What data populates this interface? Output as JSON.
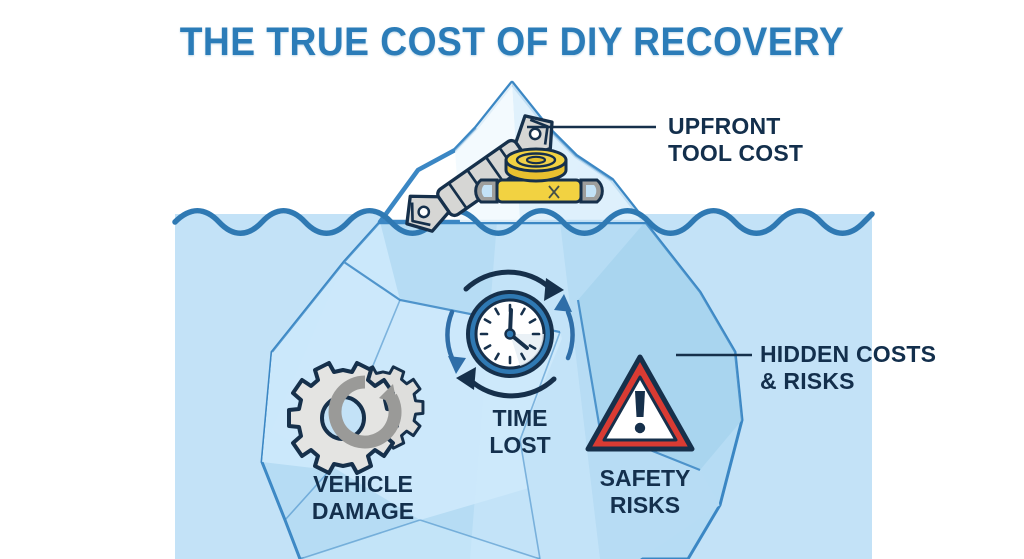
{
  "page": {
    "title": "THE TRUE COST OF DIY RECOVERY",
    "background_color": "#ffffff",
    "title_color": "#2b7cb8",
    "label_color": "#14304d"
  },
  "iceberg": {
    "above_water_fill": "#ffffff",
    "above_water_outline": "#3b87c4",
    "below_water_fill": "#b9ddf5",
    "water_fill": "#c3e2f7",
    "water_line_color": "#2f79b3",
    "facet_light": "#cfe9fa",
    "facet_mid": "#a8d4ef",
    "facet_dark": "#9ccbea"
  },
  "callouts": [
    {
      "id": "upfront",
      "line1": "UPFRONT",
      "line2": "TOOL COST",
      "leader_color": "#16304b",
      "side": "right-top"
    },
    {
      "id": "hidden",
      "line1": "HIDDEN COSTS",
      "line2": "& RISKS",
      "leader_color": "#16304b",
      "side": "right-bottom"
    }
  ],
  "nodes": [
    {
      "id": "vehicle-damage",
      "icon": "gears-icon",
      "line1": "VEHICLE",
      "line2": "DAMAGE",
      "icon_fill": "#e2e2e0",
      "icon_accent": "#9a9a98",
      "icon_stroke": "#16304b"
    },
    {
      "id": "time-lost",
      "icon": "clock-icon",
      "line1": "TIME",
      "line2": "LOST",
      "icon_fill": "#ffffff",
      "icon_accent": "#2f79b3",
      "icon_stroke": "#16304b"
    },
    {
      "id": "safety-risks",
      "icon": "warning-triangle-icon",
      "line1": "SAFETY",
      "line2": "RISKS",
      "icon_fill": "#ffffff",
      "icon_accent": "#d93b33",
      "icon_stroke": "#16304b"
    }
  ],
  "tip_icons": [
    {
      "id": "recovery-tool",
      "name": "recovery-tool-icon",
      "fill": "#d4d4d2",
      "stroke": "#16304b"
    },
    {
      "id": "tow-strap",
      "name": "tow-strap-icon",
      "fill": "#f2d241",
      "stroke": "#16304b",
      "hardware_fill": "#9e9e9c"
    }
  ]
}
